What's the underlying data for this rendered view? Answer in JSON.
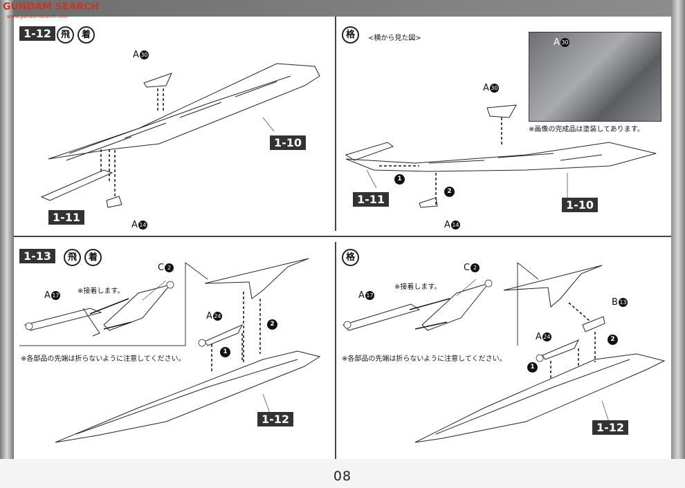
{
  "watermark": {
    "brand": "GUNDAM SEARCH",
    "sub": "www.gundamsearch.com"
  },
  "page_number": "08",
  "panels": [
    {
      "id": "1-12",
      "step_box": "1-12",
      "marks": [
        "飛",
        "着"
      ],
      "parts": [
        {
          "label": "A",
          "num": "30"
        },
        {
          "label": "A",
          "num": "14"
        }
      ],
      "refs": [
        "1-10",
        "1-11"
      ]
    },
    {
      "id": "kaku-top",
      "mark": "格",
      "note": "<横から見た図>",
      "parts": [
        {
          "label": "A",
          "num": "30"
        },
        {
          "label": "A",
          "num": "14"
        }
      ],
      "photo_part": {
        "label": "A",
        "num": "30"
      },
      "photo_note": "※画像の完成品は塗装してあります。",
      "steps": [
        "1",
        "2"
      ],
      "refs": [
        "1-11",
        "1-10"
      ]
    },
    {
      "id": "1-13",
      "step_box": "1-13",
      "marks": [
        "飛",
        "着"
      ],
      "parts": [
        {
          "label": "A",
          "num": "17"
        },
        {
          "label": "C",
          "num": "2"
        },
        {
          "label": "A",
          "num": "24"
        }
      ],
      "glue_note": "※接着します。",
      "tip_note": "※各部品の先端は折らないように注意してください。",
      "steps": [
        "1",
        "2"
      ],
      "refs": [
        "1-12"
      ]
    },
    {
      "id": "kaku-bottom",
      "mark": "格",
      "parts": [
        {
          "label": "A",
          "num": "17"
        },
        {
          "label": "C",
          "num": "2"
        },
        {
          "label": "B",
          "num": "13"
        },
        {
          "label": "A",
          "num": "24"
        }
      ],
      "glue_note": "※接着します。",
      "tip_note": "※各部品の先端は折らないように注意してください。",
      "steps": [
        "1",
        "2"
      ],
      "refs": [
        "1-12"
      ]
    }
  ]
}
